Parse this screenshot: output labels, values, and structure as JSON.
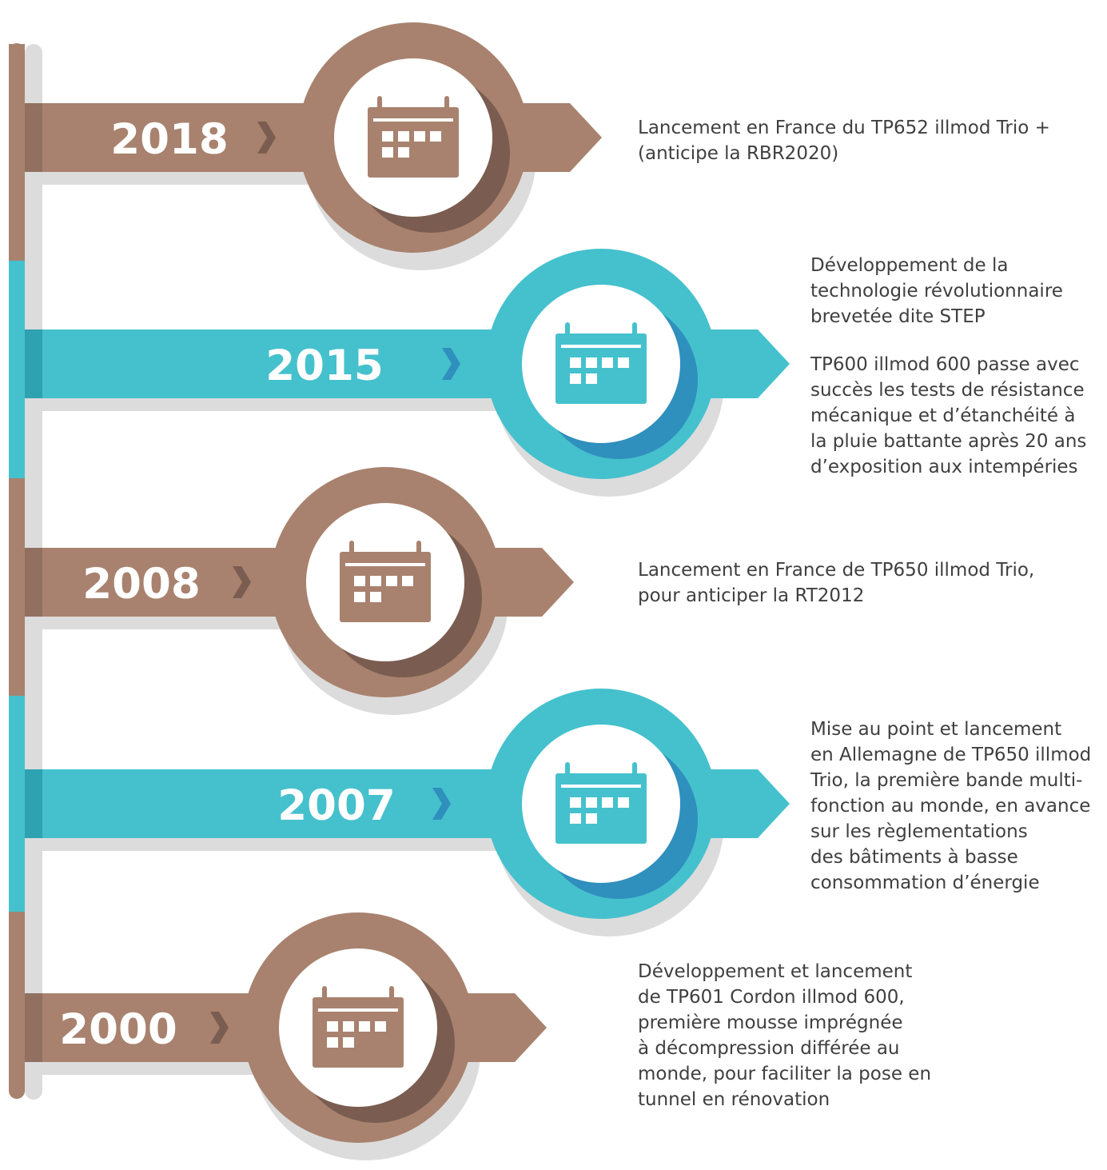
{
  "colors": {
    "brown": "#a8826e",
    "brown_dark": "#7a5d50",
    "brown_band": "#917062",
    "teal": "#45c1cd",
    "teal_dark": "#2f8fbd",
    "teal_band": "#2fa2b2",
    "shadow": "#dcdcdc",
    "text": "#3f3f3f"
  },
  "timeline": {
    "entries": [
      {
        "year": "2018",
        "theme": "brown",
        "icon": "calendar-icon",
        "arrow_glyph": "chevron-right-icon",
        "description": [
          "Lancement en France du TP652 illmod Trio +\n(anticipe la RBR2020)"
        ]
      },
      {
        "year": "2015",
        "theme": "teal",
        "icon": "calendar-icon",
        "arrow_glyph": "chevron-right-icon",
        "description": [
          "Développement de la\ntechnologie révolutionnaire\nbrevetée dite STEP",
          "TP600 illmod 600 passe avec\nsuccès les tests de résistance\nmécanique et d’étanchéité à\nla pluie battante après 20 ans\nd’exposition aux intempéries"
        ]
      },
      {
        "year": "2008",
        "theme": "brown",
        "icon": "calendar-icon",
        "arrow_glyph": "chevron-right-icon",
        "description": [
          "Lancement en France de TP650 illmod Trio,\npour anticiper la RT2012"
        ]
      },
      {
        "year": "2007",
        "theme": "teal",
        "icon": "calendar-icon",
        "arrow_glyph": "chevron-right-icon",
        "description": [
          "Mise au point et lancement\nen Allemagne de TP650 illmod\nTrio, la première bande multi-\nfonction au monde, en avance\nsur les règlementations\ndes bâtiments à basse\nconsommation d’énergie"
        ]
      },
      {
        "year": "2000",
        "theme": "brown",
        "icon": "calendar-icon",
        "arrow_glyph": "chevron-right-icon",
        "description": [
          "Développement et lancement\nde TP601 Cordon illmod 600,\npremière mousse imprégnée\nà décompression différée au\nmonde, pour faciliter la pose en\ntunnel en rénovation"
        ]
      }
    ]
  }
}
